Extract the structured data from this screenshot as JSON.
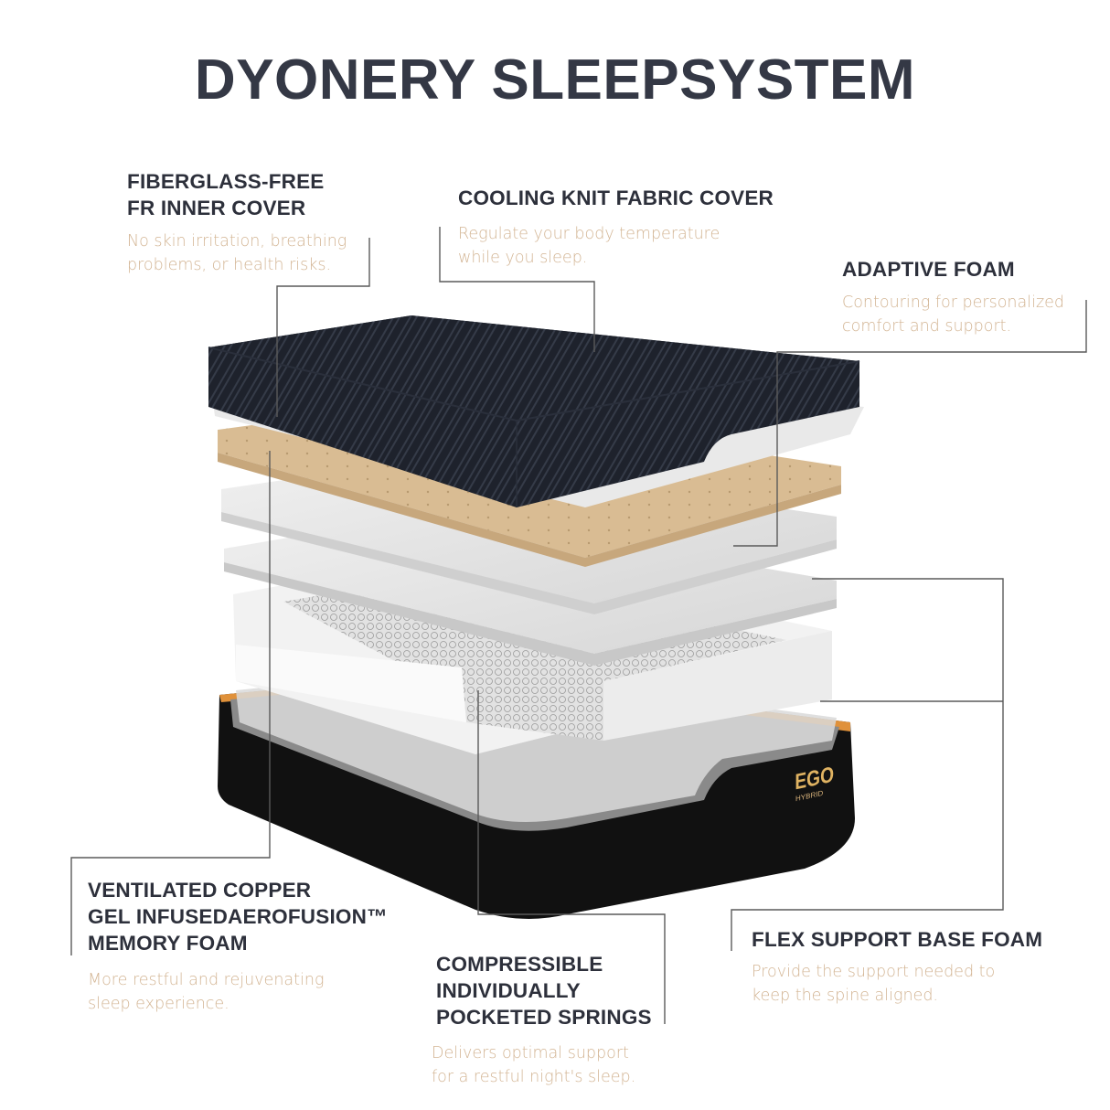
{
  "title": "DYONERY SLEEPSYSTEM",
  "brand": {
    "name": "EGO",
    "sub": "HYBRID",
    "accent": "#e0b362"
  },
  "colors": {
    "heading": "#2d303b",
    "description": "#d3b594",
    "leader_line": "#555555",
    "cover": "#1c2029",
    "copper_foam": "#d9bc93",
    "base_edge": "#e0913a"
  },
  "features": [
    {
      "id": "fr-inner-cover",
      "heading_lines": [
        "FIBERGLASS-FREE",
        "FR INNER COVER"
      ],
      "description_lines": [
        "No skin irritation, breathing",
        "problems, or health risks."
      ]
    },
    {
      "id": "cooling-knit",
      "heading_lines": [
        "COOLING KNIT FABRIC COVER"
      ],
      "description_lines": [
        "Regulate your body temperature",
        "while you sleep."
      ]
    },
    {
      "id": "adaptive-foam",
      "heading_lines": [
        "ADAPTIVE FOAM"
      ],
      "description_lines": [
        "Contouring for personalized",
        "comfort and support."
      ]
    },
    {
      "id": "copper-gel",
      "heading_lines": [
        "VENTILATED COPPER",
        "GEL INFUSEDAEROFUSION™",
        "MEMORY FOAM"
      ],
      "description_lines": [
        "More restful and rejuvenating",
        "sleep experience."
      ]
    },
    {
      "id": "pocketed-springs",
      "heading_lines": [
        "COMPRESSIBLE",
        "INDIVIDUALLY",
        "POCKETED SPRINGS"
      ],
      "description_lines": [
        "Delivers optimal support",
        "for a restful night's sleep."
      ]
    },
    {
      "id": "flex-base",
      "heading_lines": [
        "FLEX SUPPORT BASE FOAM"
      ],
      "description_lines": [
        "Provide the support needed to",
        "keep the spine aligned."
      ]
    }
  ]
}
